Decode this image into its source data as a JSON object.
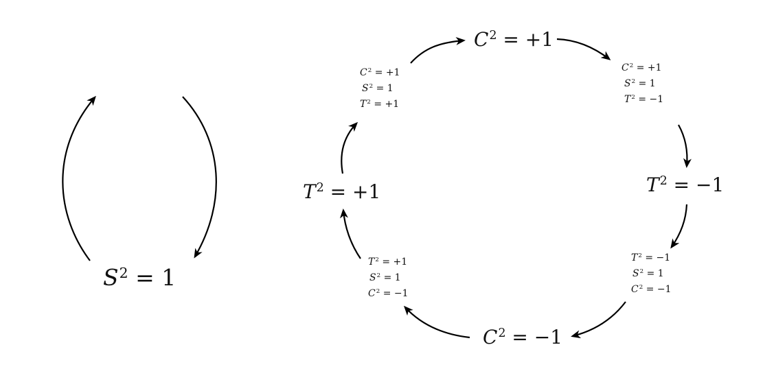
{
  "left_cycle": {
    "label": {
      "symbol": "S",
      "exponent": "2",
      "rest": "= 1"
    }
  },
  "right_cycle": {
    "nodes": {
      "top": {
        "symbol": "C",
        "exponent": "2",
        "rest": "= +1"
      },
      "right": {
        "symbol": "T",
        "exponent": "2",
        "rest": "= −1"
      },
      "bottom": {
        "symbol": "C",
        "exponent": "2",
        "rest": "= −1"
      },
      "left": {
        "symbol": "T",
        "exponent": "2",
        "rest": "= +1"
      }
    },
    "stacks": {
      "top_left": [
        {
          "symbol": "C",
          "exponent": "2",
          "rest": "= +1"
        },
        {
          "symbol": "S",
          "exponent": "2",
          "rest": "= 1"
        },
        {
          "symbol": "T",
          "exponent": "2",
          "rest": "= +1"
        }
      ],
      "top_right": [
        {
          "symbol": "C",
          "exponent": "2",
          "rest": "= +1"
        },
        {
          "symbol": "S",
          "exponent": "2",
          "rest": "= 1"
        },
        {
          "symbol": "T",
          "exponent": "2",
          "rest": "= −1"
        }
      ],
      "bottom_right": [
        {
          "symbol": "T",
          "exponent": "2",
          "rest": "= −1"
        },
        {
          "symbol": "S",
          "exponent": "2",
          "rest": "= 1"
        },
        {
          "symbol": "C",
          "exponent": "2",
          "rest": "= −1"
        }
      ],
      "bottom_left": [
        {
          "symbol": "T",
          "exponent": "2",
          "rest": "= +1"
        },
        {
          "symbol": "S",
          "exponent": "2",
          "rest": "= 1"
        },
        {
          "symbol": "C",
          "exponent": "2",
          "rest": "= −1"
        }
      ]
    }
  }
}
